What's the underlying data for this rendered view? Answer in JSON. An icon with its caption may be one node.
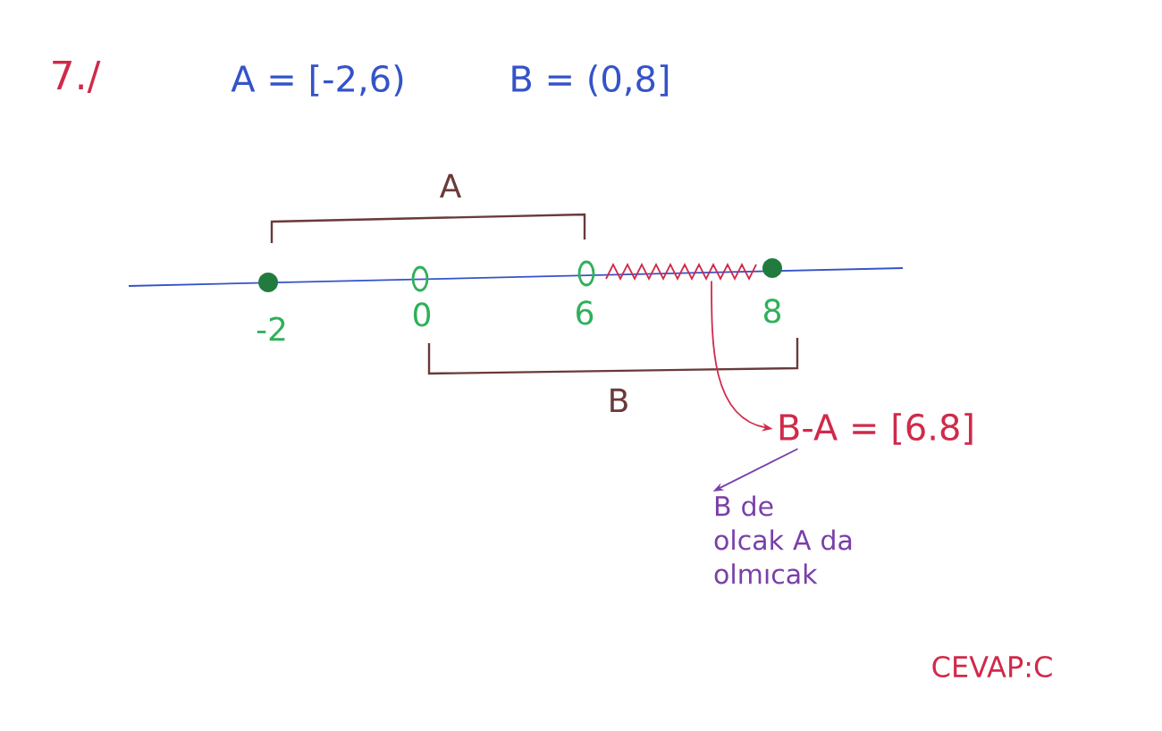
{
  "diagram": {
    "nodes": [
      {
        "text": [],
        "shape": "picture"
      },
      {
        "text": [
          "B-A = [6.8]"
        ]
      },
      {
        "text": [
          "B de olcak A da olmıcak"
        ]
      }
    ],
    "edges": [
      {
        "from": 0,
        "to": 1,
        "arrow": "to"
      },
      {
        "from": 1,
        "to": 2,
        "arrow": "to",
        "color": "#7a3fa8"
      }
    ],
    "labels": [
      "7./",
      "A = [-2,6)",
      "B = (0,8]",
      "A",
      "-2",
      "0",
      "6",
      "8",
      "B",
      "CEVAP:C"
    ]
  }
}
